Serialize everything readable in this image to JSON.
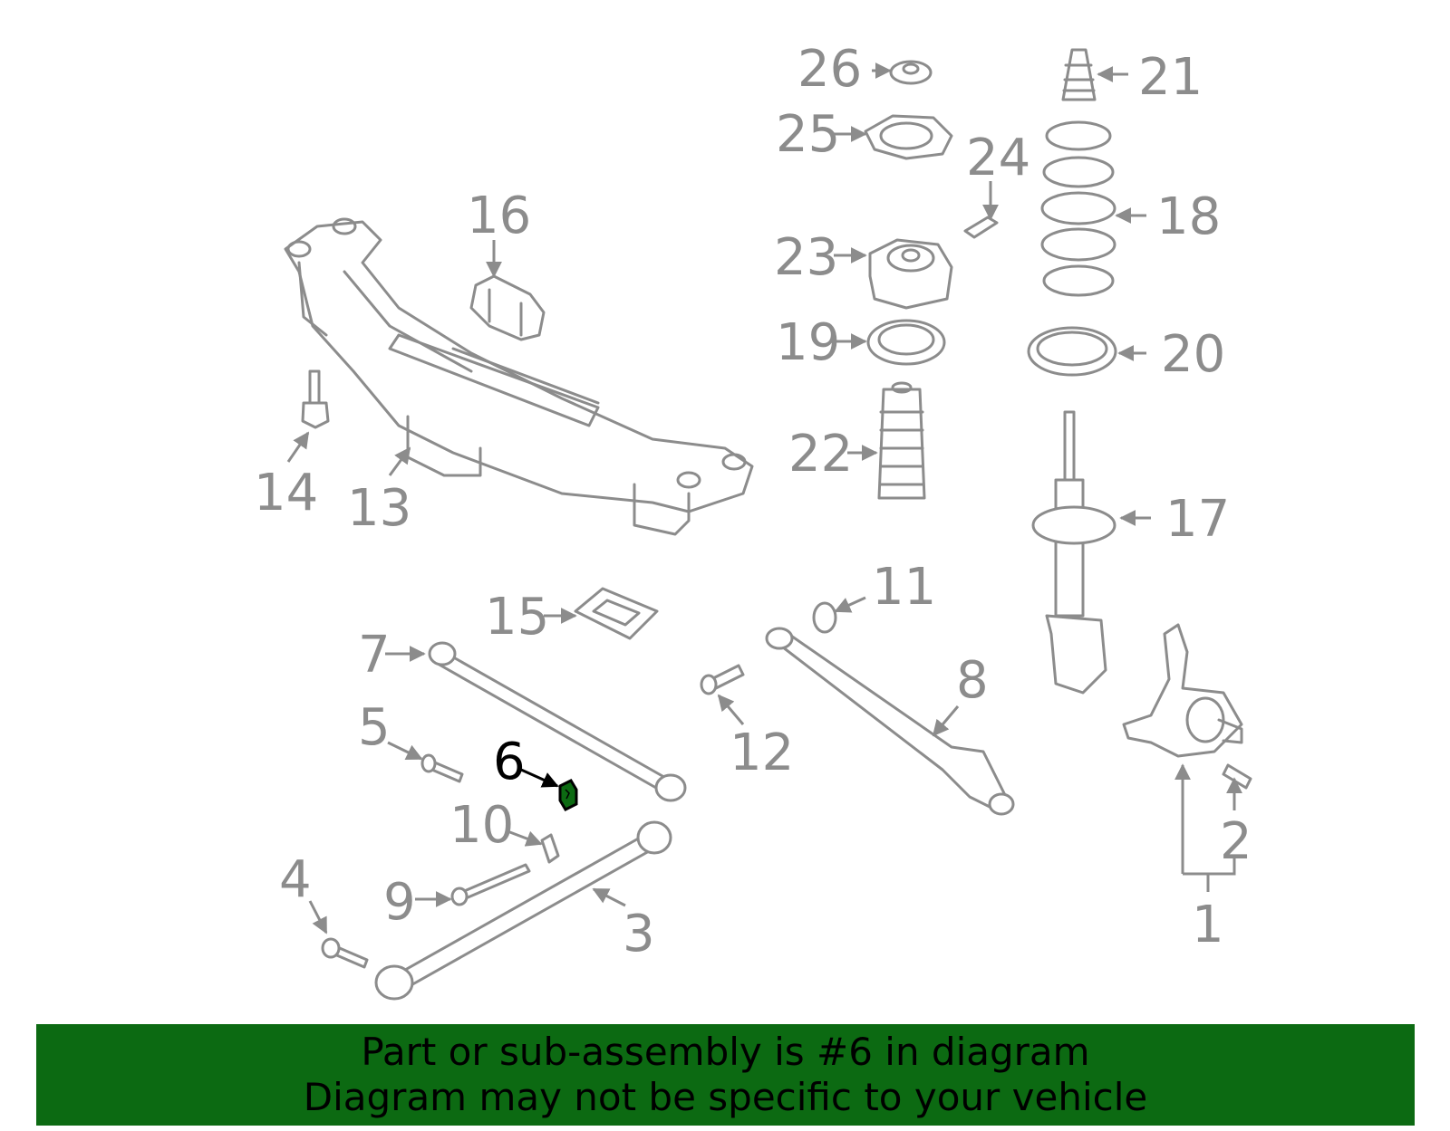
{
  "callouts": {
    "c1": "1",
    "c2": "2",
    "c3": "3",
    "c4": "4",
    "c5": "5",
    "c6": "6",
    "c7": "7",
    "c8": "8",
    "c9": "9",
    "c10": "10",
    "c11": "11",
    "c12": "12",
    "c13": "13",
    "c14": "14",
    "c15": "15",
    "c16": "16",
    "c17": "17",
    "c18": "18",
    "c19": "19",
    "c20": "20",
    "c21": "21",
    "c22": "22",
    "c23": "23",
    "c24": "24",
    "c25": "25",
    "c26": "26"
  },
  "highlight": {
    "part_number": "6",
    "fill_color": "#0c6a12"
  },
  "banner": {
    "line1": "Part or sub-assembly is #6 in diagram",
    "line2": "Diagram may not be specific to your vehicle",
    "background_color": "#0c6a12"
  }
}
